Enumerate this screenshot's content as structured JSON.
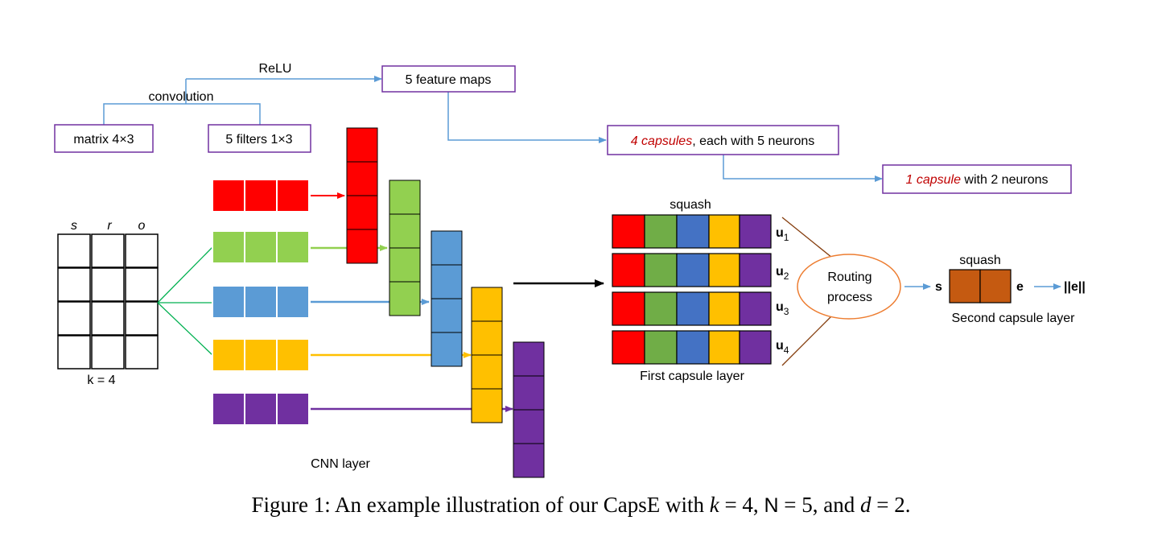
{
  "boxes": {
    "matrix": "matrix 4×3",
    "filters": "5 filters 1×3",
    "feature_maps": "5 feature maps",
    "caps4_em": "4 capsules",
    "caps4_rest": ", each with 5 neurons",
    "caps1_em": "1 capsule",
    "caps1_rest": " with 2 neurons"
  },
  "labels": {
    "relu": "ReLU",
    "convolution": "convolution",
    "col_s": "s",
    "col_r": "r",
    "col_o": "o",
    "k_eq": "k = 4",
    "cnn_layer": "CNN layer",
    "squash1": "squash",
    "squash2": "squash",
    "first_capsule_layer": "First capsule layer",
    "routing_line1": "Routing",
    "routing_line2": "process",
    "s_vec": "s",
    "e_vec": "e",
    "norm_e": "||e||",
    "second_capsule_layer": "Second capsule layer",
    "u": "u",
    "u_subs": [
      "1",
      "2",
      "3",
      "4"
    ]
  },
  "colors": {
    "red": "#ff0000",
    "green": "#92d050",
    "blue": "#5b9bd5",
    "yellow": "#ffc000",
    "purple": "#7030a0",
    "cap_green": "#70ad47",
    "cap_blue": "#4472c4",
    "orange": "#c55a11",
    "box_border": "#7030a0",
    "connector": "#5b9bd5",
    "em_red": "#c00000",
    "fan_green": "#00b050",
    "routing_border": "#ed7d31",
    "fan_brown": "#843c0c"
  },
  "caption": {
    "prefix": "Figure 1: An example illustration of our CapsE with ",
    "k_var": "k",
    "k_val": " = 4, ",
    "n_var": "N",
    "n_val": " = 5, and ",
    "d_var": "d",
    "d_val": " = 2."
  }
}
